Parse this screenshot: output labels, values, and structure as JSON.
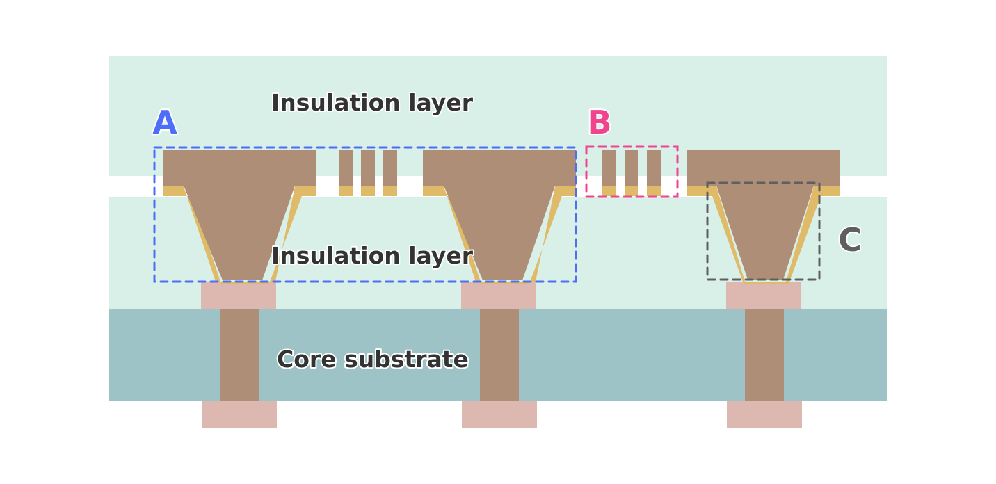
{
  "colors": {
    "insulation": "#d9f0e8",
    "core": "#9dc3c6",
    "copper": "#ae8e76",
    "seed_layer": "#dfba68",
    "pad": "#ddb8b0",
    "gap": "#ffffff",
    "text": "#333333",
    "marker_a": "#4f6ef7",
    "marker_b": "#f0458e",
    "marker_c": "#5f5f5f"
  },
  "labels": {
    "insulation_top": "Insulation layer",
    "insulation_bottom": "Insulation layer",
    "core": "Core substrate"
  },
  "markers": {
    "a": "A",
    "b": "B",
    "c": "C"
  }
}
